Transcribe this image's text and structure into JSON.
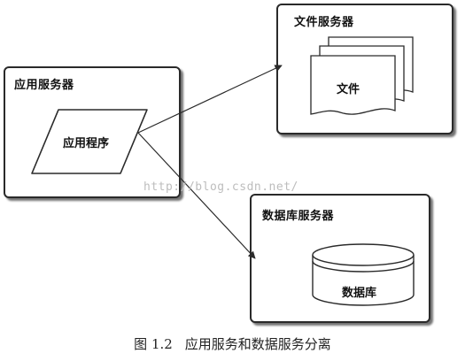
{
  "app_server": {
    "title": "应用服务器",
    "program_label": "应用程序"
  },
  "file_server": {
    "title": "文件服务器",
    "document_label": "文件"
  },
  "db_server": {
    "title": "数据库服务器",
    "database_label": "数据库"
  },
  "watermark": "http://blog.csdn.net/",
  "caption": {
    "figure_number": "图 1.2",
    "text": "应用服务和数据服务分离"
  },
  "colors": {
    "stroke": "#2a2a2a",
    "shadow": "#8c8c8c",
    "watermark": "#bdbdbd"
  }
}
